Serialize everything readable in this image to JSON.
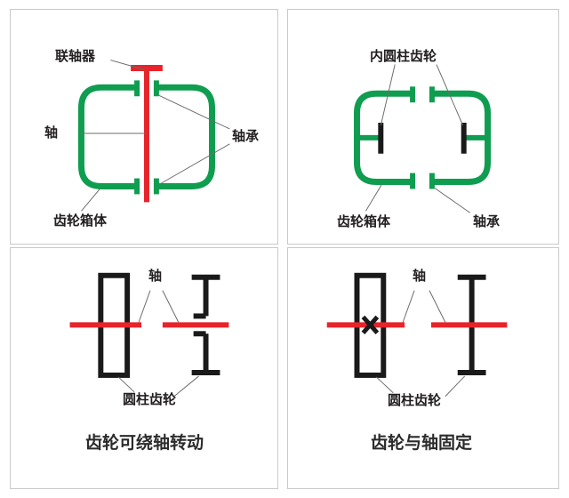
{
  "figure": {
    "title_colors": {
      "housing_green": "#0f9d4f",
      "shaft_red": "#e8232a",
      "gear_black": "#1a1a1a",
      "leader_gray": "#6d6d6d",
      "panel_border": "#c9c9c9",
      "background": "#ffffff",
      "text": "#231f20"
    }
  },
  "panels": {
    "top_left": {
      "name": "gearbox-shaft-coupling-diagram",
      "labels": {
        "coupling": "联轴器",
        "shaft": "轴",
        "bearing": "轴承",
        "housing": "齿轮箱体"
      }
    },
    "top_right": {
      "name": "internal-cylindrical-gear-diagram",
      "labels": {
        "internal_gear": "内圆柱齿轮",
        "housing": "齿轮箱体",
        "bearing": "轴承"
      }
    },
    "bottom_left": {
      "name": "gear-rotates-on-shaft-diagram",
      "labels": {
        "shaft": "轴",
        "cylindrical_gear": "圆柱齿轮"
      },
      "caption": "齿轮可绕轴转动"
    },
    "bottom_right": {
      "name": "gear-fixed-to-shaft-diagram",
      "labels": {
        "shaft": "轴",
        "cylindrical_gear": "圆柱齿轮"
      },
      "caption": "齿轮与轴固定",
      "fixed_marker": "X"
    }
  }
}
